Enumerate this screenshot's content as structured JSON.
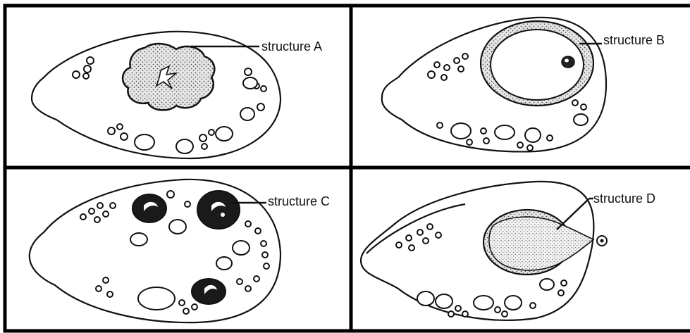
{
  "panels": [
    {
      "id": "A",
      "label": "structure A"
    },
    {
      "id": "B",
      "label": "structure B"
    },
    {
      "id": "C",
      "label": "structure C"
    },
    {
      "id": "D",
      "label": "structure D"
    }
  ],
  "colors": {
    "ink": "#111111",
    "background": "#ffffff",
    "stipple": "#9a9a9a"
  }
}
